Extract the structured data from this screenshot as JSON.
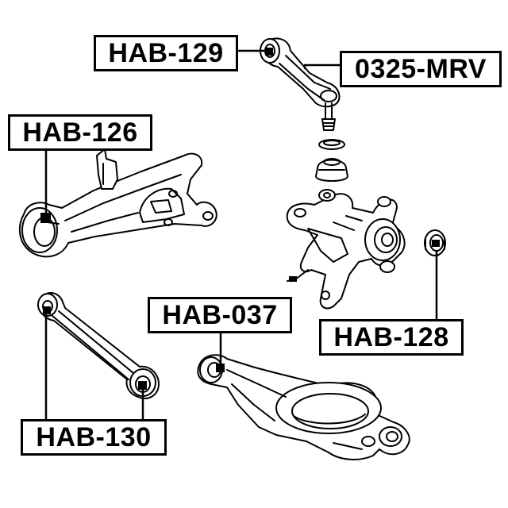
{
  "labels": {
    "hab_129": "HAB-129",
    "mrv_0325": "0325-MRV",
    "hab_126": "HAB-126",
    "hab_128": "HAB-128",
    "hab_037": "HAB-037",
    "hab_130": "HAB-130"
  },
  "colors": {
    "line": "#000000",
    "fill": "#ffffff",
    "marker": "#000000"
  }
}
